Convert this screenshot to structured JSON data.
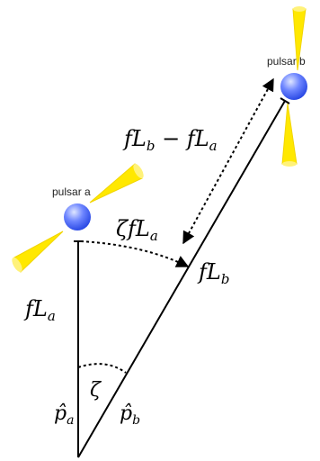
{
  "pulsars": {
    "a": {
      "label": "pulsar a"
    },
    "b": {
      "label": "pulsar b"
    }
  },
  "labels": {
    "fLa_left": "fL",
    "fLa_left_sub": "a",
    "fLb_right": "fL",
    "fLb_right_sub": "b",
    "zeta_fLa": "ζfL",
    "zeta_fLa_sub": "a",
    "diff_fL1": "fL",
    "diff_sub1": "b",
    "diff_minus": " − ",
    "diff_fL2": "fL",
    "diff_sub2": "a",
    "zeta": "ζ",
    "pa": "p̂",
    "pa_sub": "a",
    "pb": "p̂",
    "pb_sub": "b"
  },
  "colors": {
    "sphere_light": "#b9c8ff",
    "sphere_dark": "#1f3fe0",
    "beam": "#ffe800",
    "beam_edge": "#f0d000",
    "line": "#000000"
  }
}
